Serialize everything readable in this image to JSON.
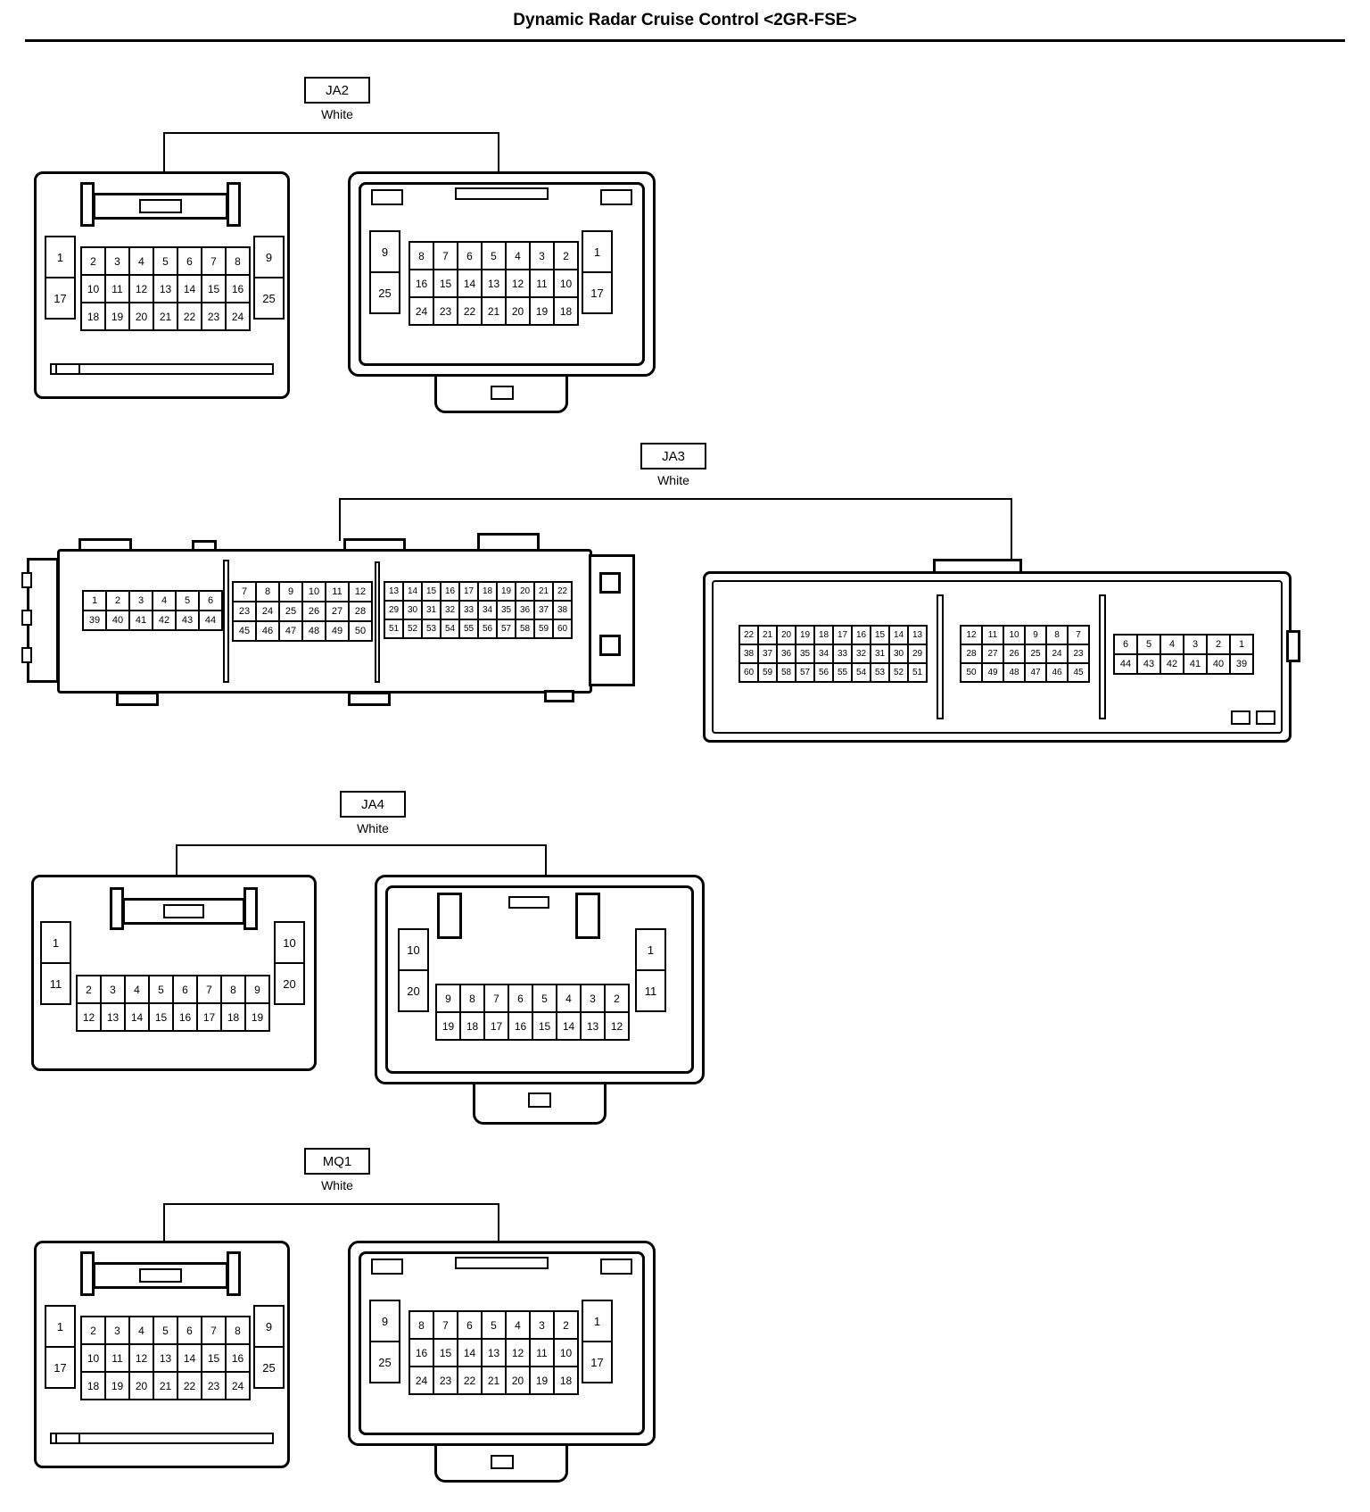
{
  "title": "Dynamic Radar Cruise Control <2GR-FSE>",
  "groups": {
    "JA2": {
      "label": "JA2",
      "color": "White"
    },
    "JA3": {
      "label": "JA3",
      "color": "White"
    },
    "JA4": {
      "label": "JA4",
      "color": "White"
    },
    "MQ1": {
      "label": "MQ1",
      "color": "White"
    }
  },
  "pins": {
    "JA2_left": {
      "side_left": [
        [
          "1"
        ],
        [
          "17"
        ]
      ],
      "grid": [
        [
          "2",
          "3",
          "4",
          "5",
          "6",
          "7",
          "8"
        ],
        [
          "10",
          "11",
          "12",
          "13",
          "14",
          "15",
          "16"
        ],
        [
          "18",
          "19",
          "20",
          "21",
          "22",
          "23",
          "24"
        ]
      ],
      "side_right": [
        [
          "9"
        ],
        [
          "25"
        ]
      ]
    },
    "JA2_right": {
      "side_left": [
        [
          "9"
        ],
        [
          "25"
        ]
      ],
      "grid": [
        [
          "8",
          "7",
          "6",
          "5",
          "4",
          "3",
          "2"
        ],
        [
          "16",
          "15",
          "14",
          "13",
          "12",
          "11",
          "10"
        ],
        [
          "24",
          "23",
          "22",
          "21",
          "20",
          "19",
          "18"
        ]
      ],
      "side_right": [
        [
          "1"
        ],
        [
          "17"
        ]
      ]
    },
    "JA3_left": {
      "s1": [
        [
          "1",
          "2",
          "3",
          "4",
          "5",
          "6"
        ],
        [
          "39",
          "40",
          "41",
          "42",
          "43",
          "44"
        ]
      ],
      "s2": [
        [
          "7",
          "8",
          "9",
          "10",
          "11",
          "12"
        ],
        [
          "23",
          "24",
          "25",
          "26",
          "27",
          "28"
        ],
        [
          "45",
          "46",
          "47",
          "48",
          "49",
          "50"
        ]
      ],
      "s3": [
        [
          "13",
          "14",
          "15",
          "16",
          "17",
          "18",
          "19",
          "20",
          "21",
          "22"
        ],
        [
          "29",
          "30",
          "31",
          "32",
          "33",
          "34",
          "35",
          "36",
          "37",
          "38"
        ],
        [
          "51",
          "52",
          "53",
          "54",
          "55",
          "56",
          "57",
          "58",
          "59",
          "60"
        ]
      ]
    },
    "JA3_right": {
      "s1": [
        [
          "22",
          "21",
          "20",
          "19",
          "18",
          "17",
          "16",
          "15",
          "14",
          "13"
        ],
        [
          "38",
          "37",
          "36",
          "35",
          "34",
          "33",
          "32",
          "31",
          "30",
          "29"
        ],
        [
          "60",
          "59",
          "58",
          "57",
          "56",
          "55",
          "54",
          "53",
          "52",
          "51"
        ]
      ],
      "s2": [
        [
          "12",
          "11",
          "10",
          "9",
          "8",
          "7"
        ],
        [
          "28",
          "27",
          "26",
          "25",
          "24",
          "23"
        ],
        [
          "50",
          "49",
          "48",
          "47",
          "46",
          "45"
        ]
      ],
      "s3": [
        [
          "6",
          "5",
          "4",
          "3",
          "2",
          "1"
        ],
        [
          "44",
          "43",
          "42",
          "41",
          "40",
          "39"
        ]
      ]
    },
    "JA4_left": {
      "side_left": [
        [
          "1"
        ],
        [
          "11"
        ]
      ],
      "grid": [
        [
          "2",
          "3",
          "4",
          "5",
          "6",
          "7",
          "8",
          "9"
        ],
        [
          "12",
          "13",
          "14",
          "15",
          "16",
          "17",
          "18",
          "19"
        ]
      ],
      "side_right": [
        [
          "10"
        ],
        [
          "20"
        ]
      ]
    },
    "JA4_right": {
      "side_left": [
        [
          "10"
        ],
        [
          "20"
        ]
      ],
      "grid": [
        [
          "9",
          "8",
          "7",
          "6",
          "5",
          "4",
          "3",
          "2"
        ],
        [
          "19",
          "18",
          "17",
          "16",
          "15",
          "14",
          "13",
          "12"
        ]
      ],
      "side_right": [
        [
          "1"
        ],
        [
          "11"
        ]
      ]
    },
    "MQ1_left": {
      "side_left": [
        [
          "1"
        ],
        [
          "17"
        ]
      ],
      "grid": [
        [
          "2",
          "3",
          "4",
          "5",
          "6",
          "7",
          "8"
        ],
        [
          "10",
          "11",
          "12",
          "13",
          "14",
          "15",
          "16"
        ],
        [
          "18",
          "19",
          "20",
          "21",
          "22",
          "23",
          "24"
        ]
      ],
      "side_right": [
        [
          "9"
        ],
        [
          "25"
        ]
      ]
    },
    "MQ1_right": {
      "side_left": [
        [
          "9"
        ],
        [
          "25"
        ]
      ],
      "grid": [
        [
          "8",
          "7",
          "6",
          "5",
          "4",
          "3",
          "2"
        ],
        [
          "16",
          "15",
          "14",
          "13",
          "12",
          "11",
          "10"
        ],
        [
          "24",
          "23",
          "22",
          "21",
          "20",
          "19",
          "18"
        ]
      ],
      "side_right": [
        [
          "1"
        ],
        [
          "17"
        ]
      ]
    }
  }
}
